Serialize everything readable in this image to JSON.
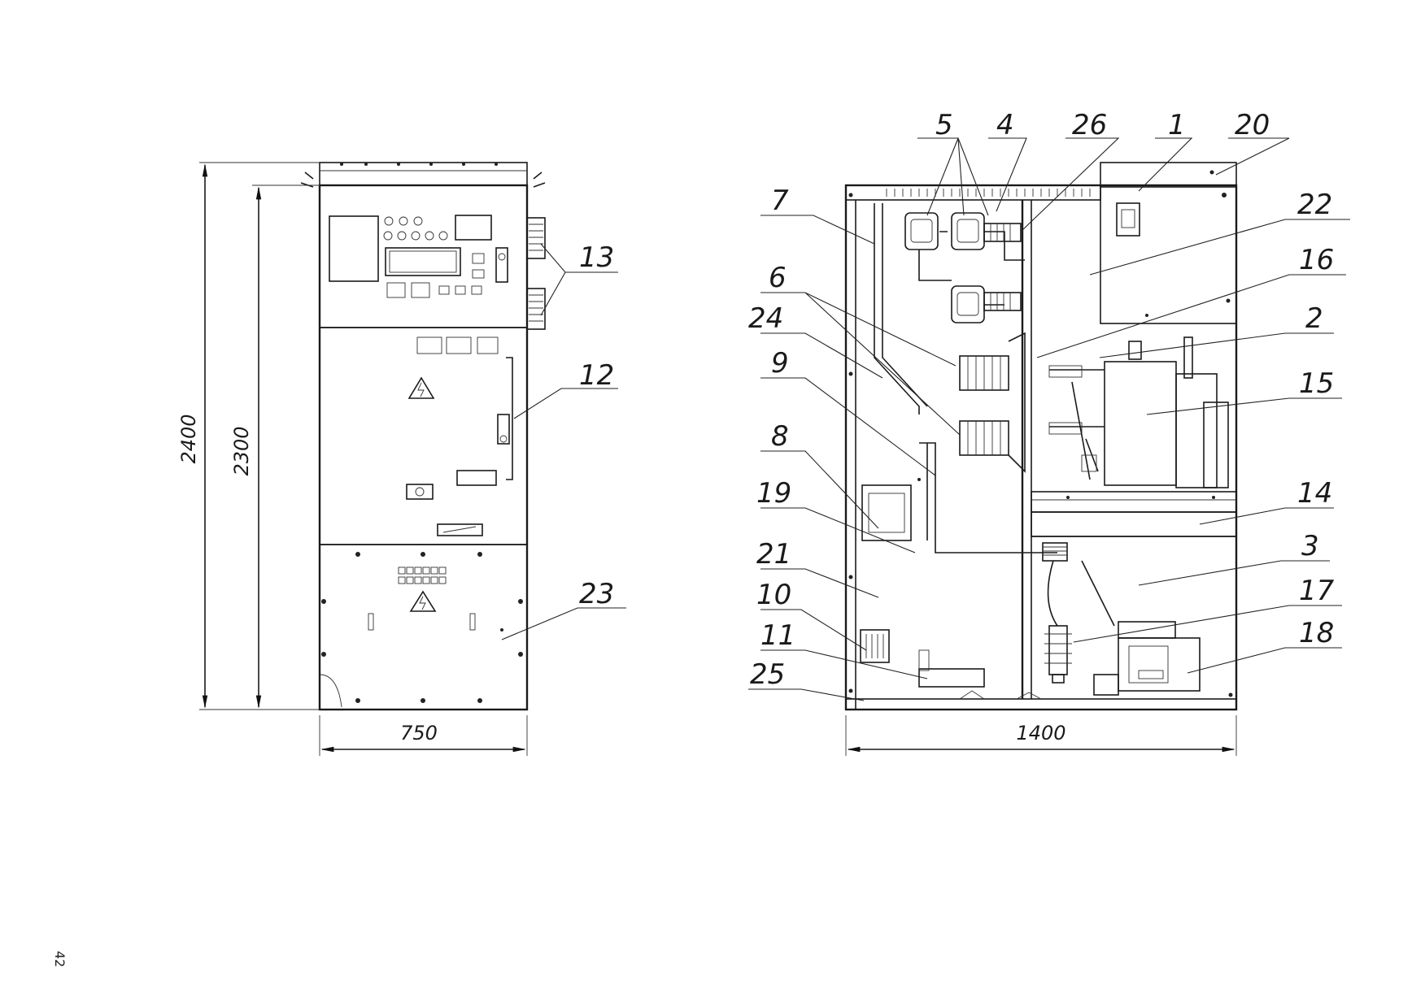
{
  "page_number": "42",
  "left_view": {
    "dimensions": {
      "total_height": "2400",
      "body_height": "2300",
      "width": "750"
    },
    "callouts": {
      "c13": "13",
      "c12": "12",
      "c23": "23"
    }
  },
  "right_view": {
    "dimensions": {
      "width": "1400"
    },
    "callouts": {
      "c5": "5",
      "c4": "4",
      "c26": "26",
      "c1": "1",
      "c20": "20",
      "c7": "7",
      "c22": "22",
      "c16": "16",
      "c6": "6",
      "c24": "24",
      "c2": "2",
      "c9": "9",
      "c15": "15",
      "c8": "8",
      "c19": "19",
      "c14": "14",
      "c21": "21",
      "c3": "3",
      "c10": "10",
      "c17": "17",
      "c11": "11",
      "c18": "18",
      "c25": "25"
    }
  }
}
